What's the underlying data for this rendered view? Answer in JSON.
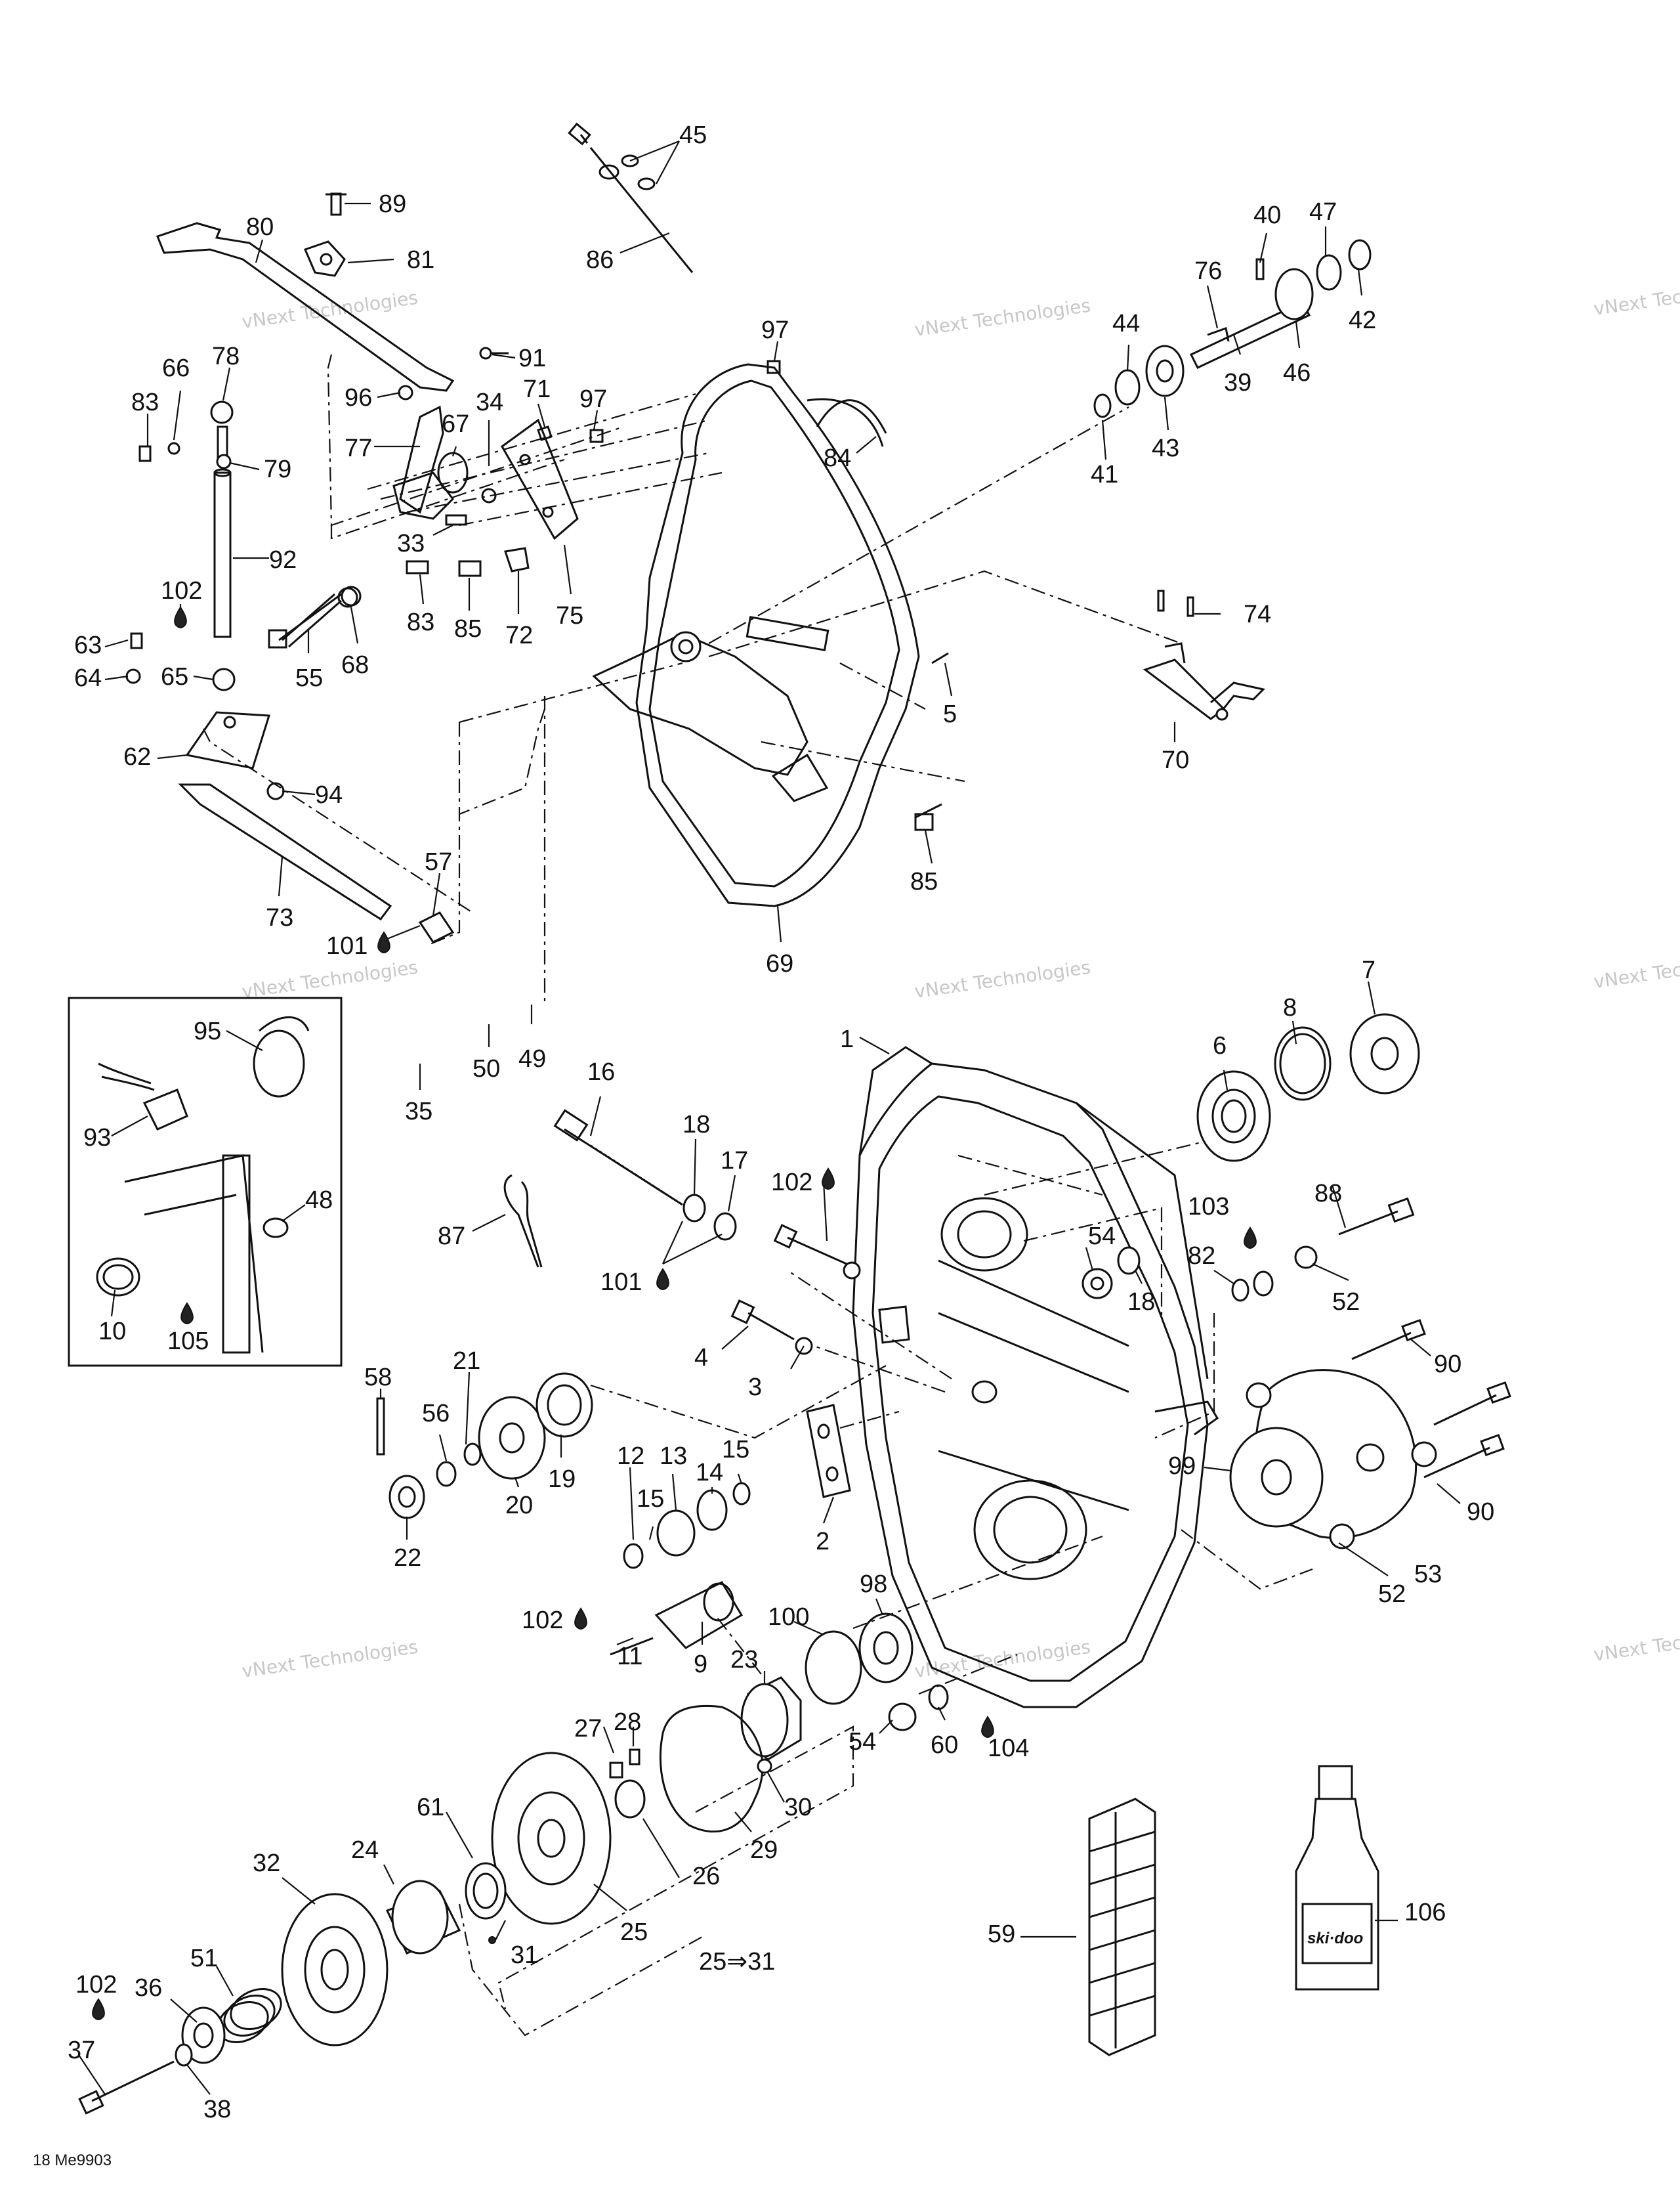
{
  "diagram": {
    "image_code": "18 Me9903",
    "watermark_text": "vNext Technologies",
    "callouts": [
      "1",
      "2",
      "3",
      "4",
      "5",
      "6",
      "7",
      "8",
      "9",
      "10",
      "11",
      "12",
      "13",
      "14",
      "15",
      "15",
      "16",
      "17",
      "18",
      "18",
      "19",
      "20",
      "21",
      "22",
      "23",
      "24",
      "25",
      "25⇒31",
      "26",
      "27",
      "28",
      "29",
      "30",
      "31",
      "32",
      "33",
      "34",
      "35",
      "36",
      "37",
      "38",
      "39",
      "40",
      "41",
      "42",
      "43",
      "44",
      "45",
      "46",
      "47",
      "48",
      "49",
      "50",
      "51",
      "52",
      "52",
      "53",
      "54",
      "54",
      "55",
      "56",
      "57",
      "58",
      "59",
      "60",
      "61",
      "62",
      "63",
      "64",
      "65",
      "66",
      "67",
      "68",
      "69",
      "70",
      "71",
      "72",
      "73",
      "74",
      "75",
      "76",
      "77",
      "78",
      "79",
      "80",
      "81",
      "82",
      "83",
      "83",
      "84",
      "85",
      "85",
      "86",
      "87",
      "88",
      "89",
      "90",
      "90",
      "91",
      "92",
      "93",
      "94",
      "95",
      "96",
      "97",
      "97",
      "98",
      "99",
      "100",
      "101",
      "101",
      "102",
      "102",
      "102",
      "102",
      "103",
      "104",
      "105",
      "106"
    ]
  }
}
